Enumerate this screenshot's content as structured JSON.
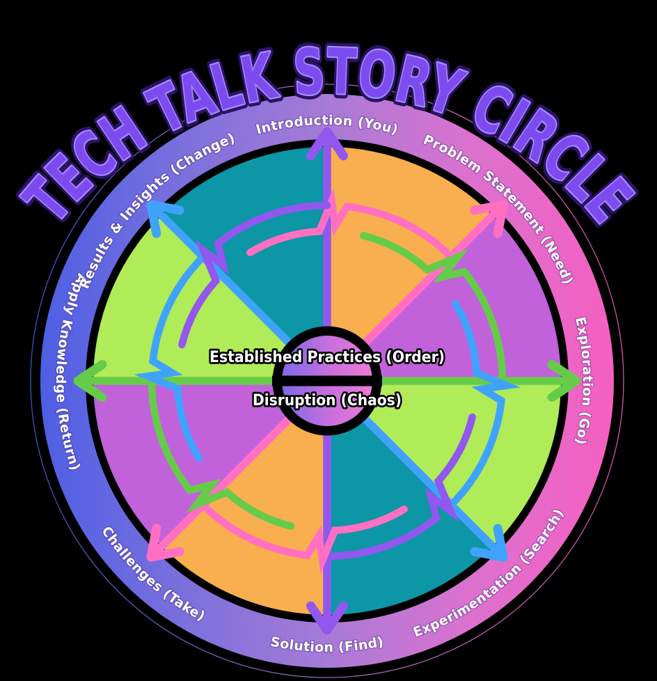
{
  "title": "TECH TALK STORY CIRCLE",
  "center": {
    "top_label": "Established Practices (Order)",
    "bottom_label": "Disruption (Chaos)"
  },
  "ring": {
    "labels": [
      {
        "text": "Introduction (You)",
        "angle": 0,
        "flip": false
      },
      {
        "text": "Problem Statement (Need)",
        "angle": 45,
        "flip": false
      },
      {
        "text": "Exploration (Go)",
        "angle": 90,
        "flip": false
      },
      {
        "text": "Experimentation (Search)",
        "angle": 140,
        "flip": true
      },
      {
        "text": "Solution (Find)",
        "angle": 180,
        "flip": true
      },
      {
        "text": "Challenges (Take)",
        "angle": 222,
        "flip": true
      },
      {
        "text": "Apply Knowledge (Return)",
        "angle": 272,
        "flip": true
      },
      {
        "text": "Results & Insights (Change)",
        "angle": 315,
        "flip": false
      }
    ]
  },
  "wheel": {
    "segments": [
      {
        "name": "wedge-top-right-orange",
        "start": 0,
        "end": 45,
        "color": "#F9AE4F"
      },
      {
        "name": "wedge-right-upper-orchid",
        "start": 45,
        "end": 90,
        "color": "#C162DA"
      },
      {
        "name": "wedge-right-lower-lime",
        "start": 90,
        "end": 135,
        "color": "#B0EB58"
      },
      {
        "name": "wedge-bottom-right-teal",
        "start": 135,
        "end": 180,
        "color": "#0C96A6"
      },
      {
        "name": "wedge-bottom-left-orange",
        "start": 180,
        "end": 225,
        "color": "#F9AE4F"
      },
      {
        "name": "wedge-left-lower-orchid",
        "start": 225,
        "end": 270,
        "color": "#C162DA"
      },
      {
        "name": "wedge-left-upper-lime",
        "start": 270,
        "end": 315,
        "color": "#B0EB58"
      },
      {
        "name": "wedge-top-left-teal",
        "start": 315,
        "end": 360,
        "color": "#0C96A6"
      }
    ]
  },
  "arrows": [
    {
      "name": "axis-arrow-vertical",
      "angle": 0,
      "color": "#9257EE"
    },
    {
      "name": "axis-arrow-diagonal-ne",
      "angle": 45,
      "color": "#FF70C3"
    },
    {
      "name": "axis-arrow-horizontal",
      "angle": 90,
      "color": "#66CB49"
    },
    {
      "name": "axis-arrow-diagonal-se",
      "angle": 135,
      "color": "#3FA3FD"
    }
  ],
  "arcs": [
    {
      "name": "cycle-arc-cross-top",
      "cross": 0,
      "color": "#FF70C3"
    },
    {
      "name": "cycle-arc-cross-ne",
      "cross": 45,
      "color": "#66CB49"
    },
    {
      "name": "cycle-arc-cross-east",
      "cross": 90,
      "color": "#3FA3FD"
    },
    {
      "name": "cycle-arc-cross-se",
      "cross": 135,
      "color": "#9257EE"
    },
    {
      "name": "cycle-arc-cross-bottom",
      "cross": 180,
      "color": "#FF70C3"
    },
    {
      "name": "cycle-arc-cross-sw",
      "cross": 225,
      "color": "#66CB49"
    },
    {
      "name": "cycle-arc-cross-west",
      "cross": 270,
      "color": "#3FA3FD"
    },
    {
      "name": "cycle-arc-cross-nw",
      "cross": 315,
      "color": "#9257EE"
    }
  ],
  "palette": {
    "background": "#000000",
    "teal": "#0C96A6",
    "orange": "#F9AE4F",
    "orchid": "#C162DA",
    "lime": "#B0EB58",
    "arrow_purple": "#9257EE",
    "arrow_pink": "#FF70C3",
    "arrow_green": "#66CB49",
    "arrow_blue": "#3FA3FD",
    "ring_gradient": [
      "#4E5FE5",
      "#7B70DC",
      "#A77BD7",
      "#DC71CE",
      "#F560C1"
    ],
    "center_gradient": [
      "#7C69E5",
      "#C46FDE",
      "#EE7BD5"
    ],
    "title_fill": "#7C4BF0",
    "title_inner_edge": "#A78BF7",
    "title_outline": "#2B1367",
    "label_text": "#FFFFFF"
  }
}
